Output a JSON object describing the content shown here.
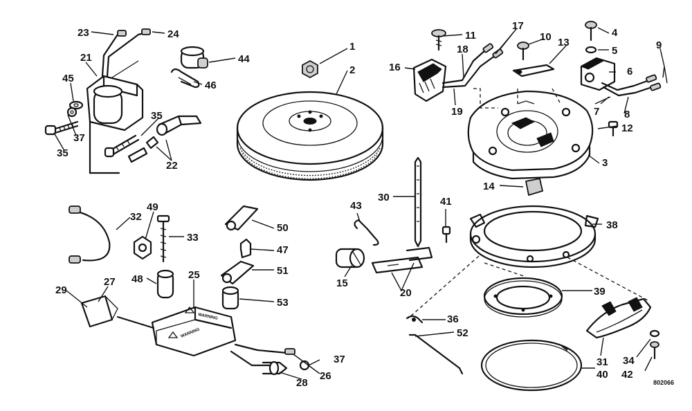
{
  "diagram": {
    "drawing_code": "802066",
    "warning_label": "WARNING",
    "callouts": {
      "c1": "1",
      "c2": "2",
      "c3": "3",
      "c4": "4",
      "c5": "5",
      "c6": "6",
      "c7": "7",
      "c8": "8",
      "c9": "9",
      "c10": "10",
      "c11": "11",
      "c12": "12",
      "c13": "13",
      "c14": "14",
      "c15": "15",
      "c16": "16",
      "c17": "17",
      "c18": "18",
      "c19": "19",
      "c20": "20",
      "c21": "21",
      "c22": "22",
      "c23": "23",
      "c24": "24",
      "c25": "25",
      "c26": "26",
      "c27": "27",
      "c28": "28",
      "c29": "29",
      "c30": "30",
      "c31": "31",
      "c32": "32",
      "c33": "33",
      "c34": "34",
      "c35a": "35",
      "c35b": "35",
      "c36": "36",
      "c37a": "37",
      "c37b": "37",
      "c38": "38",
      "c39": "39",
      "c40": "40",
      "c41": "41",
      "c42": "42",
      "c43": "43",
      "c44": "44",
      "c45": "45",
      "c46": "46",
      "c47": "47",
      "c48": "48",
      "c49": "49",
      "c50": "50",
      "c51": "51",
      "c52": "52",
      "c53": "53"
    }
  }
}
